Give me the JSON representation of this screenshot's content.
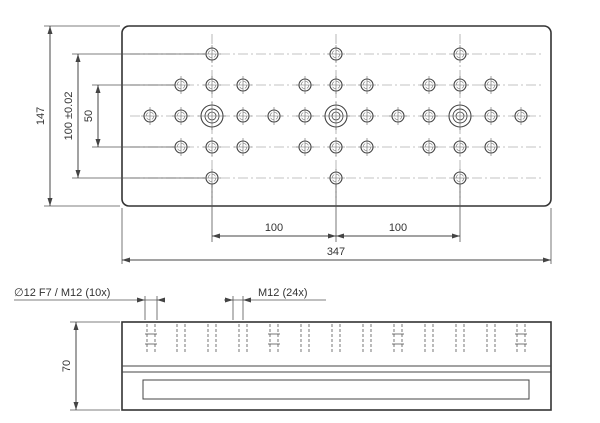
{
  "dimensions": {
    "overall_height": "147",
    "hole_span": "100 ±0.02",
    "row_spacing": "50",
    "spacing_left": "100",
    "spacing_right": "100",
    "overall_length": "347",
    "side_height": "70"
  },
  "callouts": {
    "bore_spec": "∅12 F7 / M12 (10x)",
    "thread_spec": "M12 (24x)"
  },
  "colors": {
    "line": "#444444",
    "text": "#333333"
  }
}
